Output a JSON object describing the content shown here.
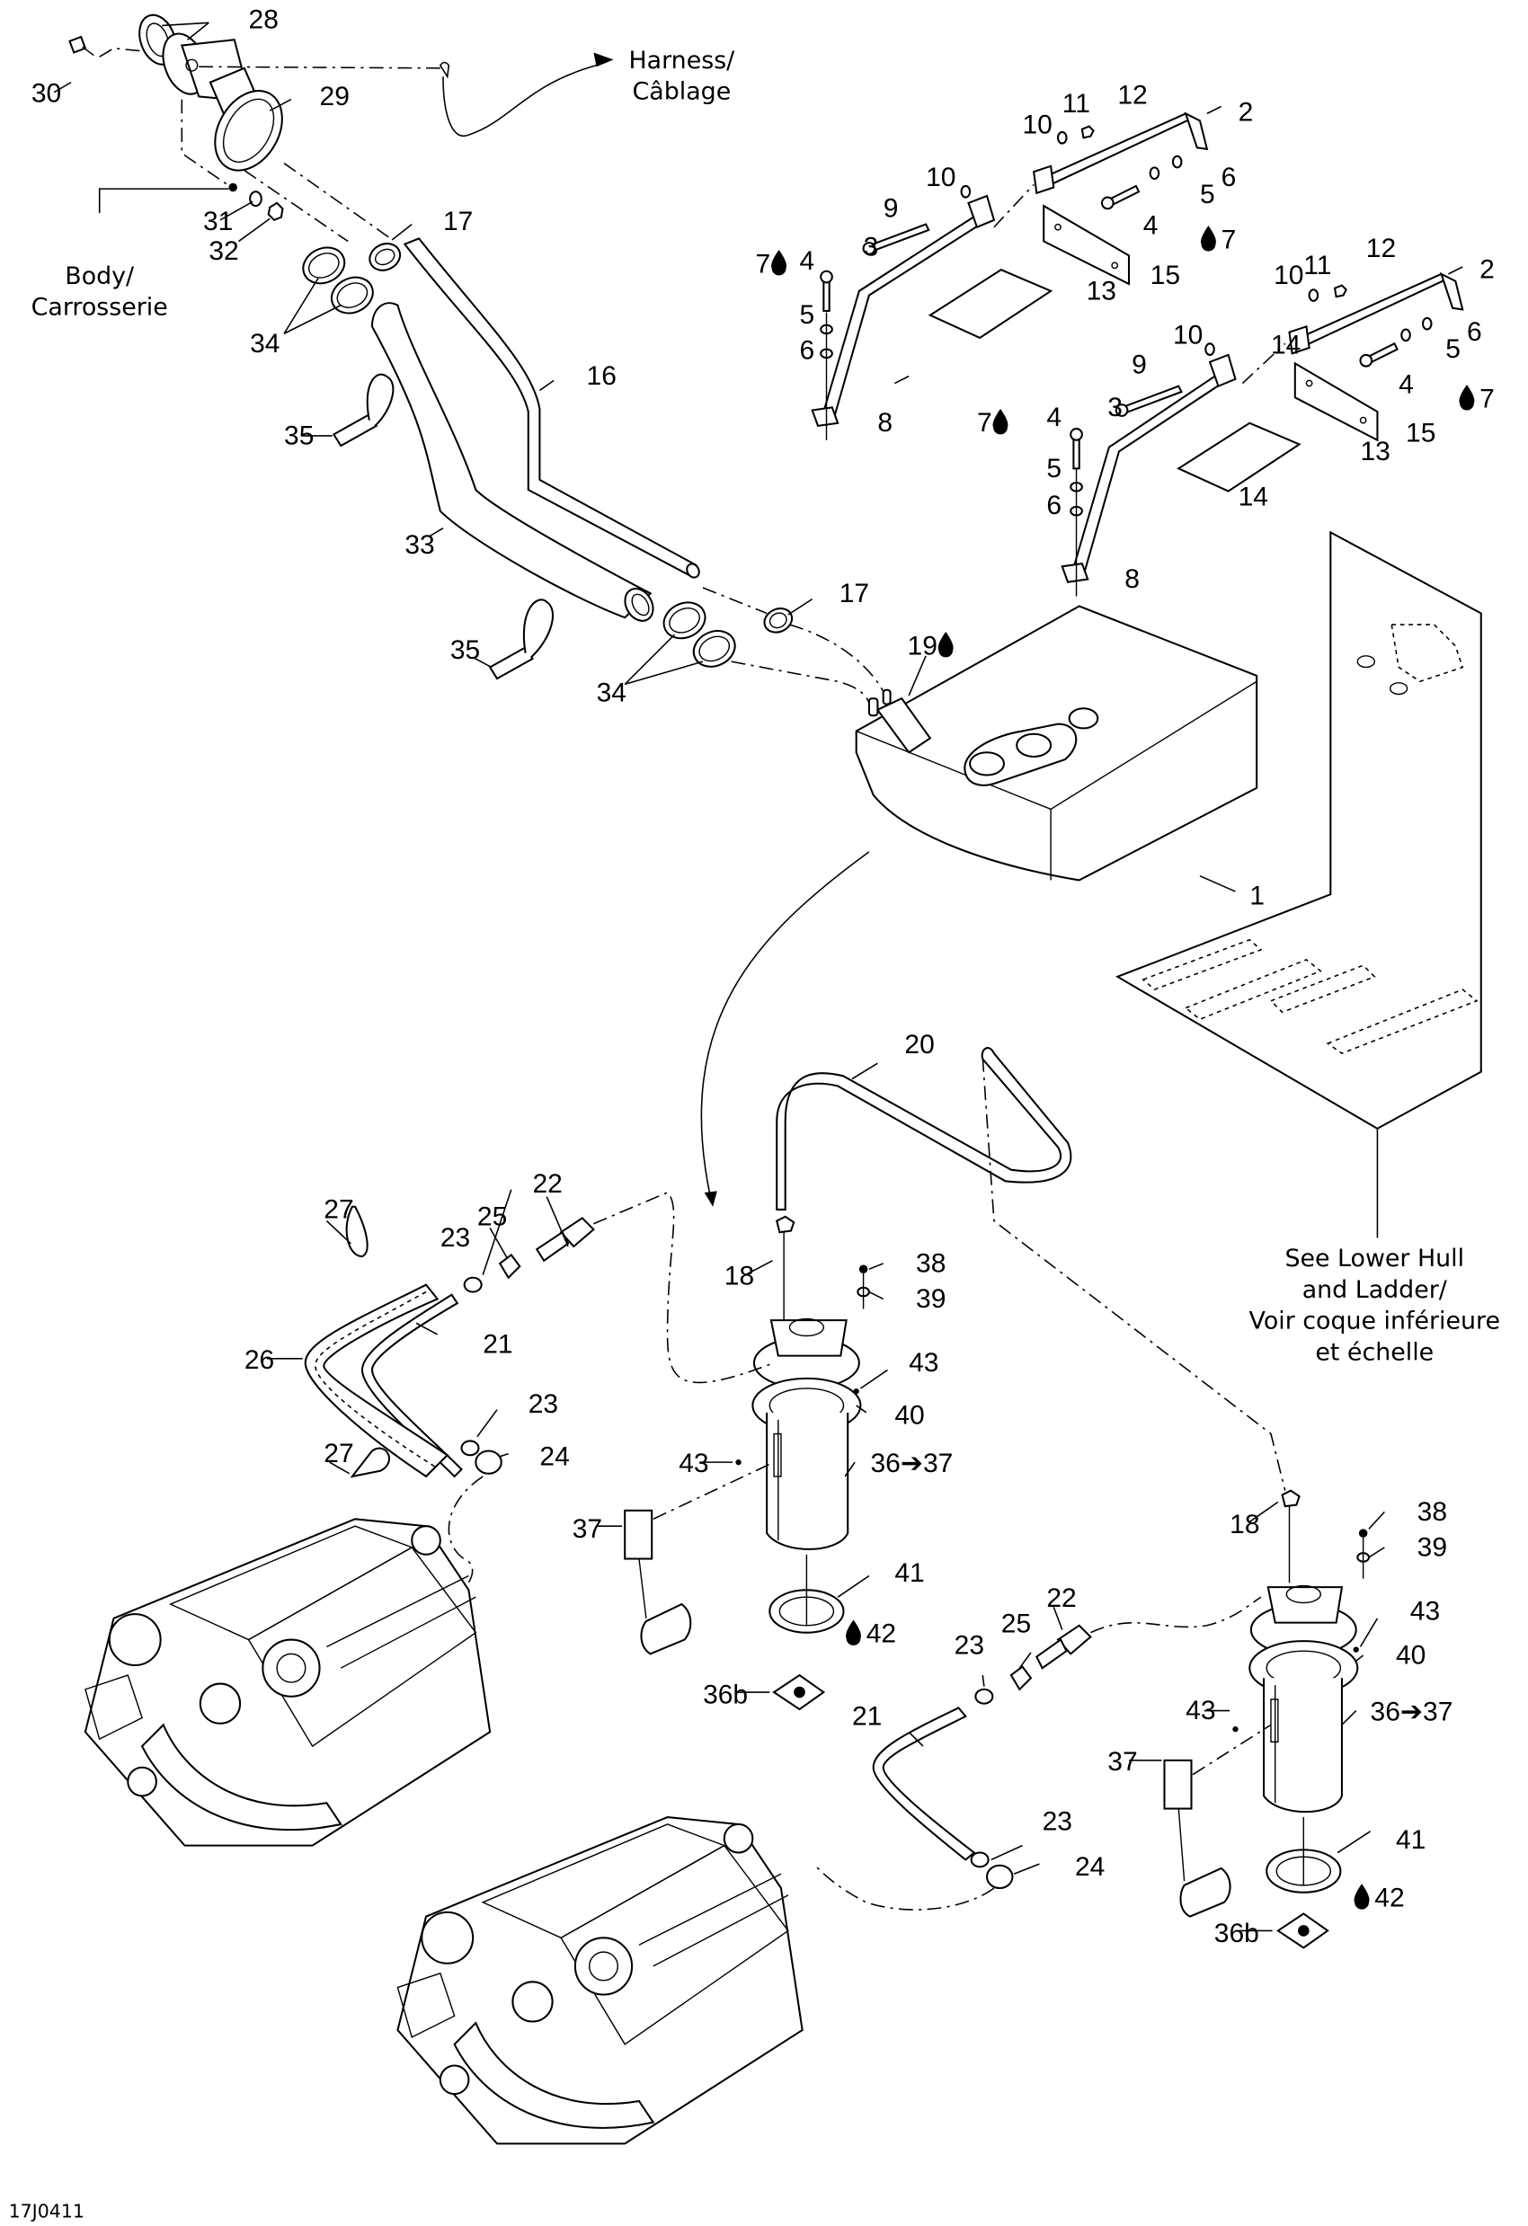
{
  "figure": {
    "title": "Fuel system exploded parts diagram",
    "code": "17J0411",
    "line_color": "#000000",
    "background": "#ffffff"
  },
  "notes": {
    "harness": [
      "Harness/",
      "Câblage"
    ],
    "body": [
      "Body/",
      "Carrosserie"
    ],
    "lower_hull": [
      "See Lower Hull",
      "and Ladder/",
      "Voir coque inférieure",
      "et échelle"
    ]
  },
  "callouts": [
    {
      "id": "c1",
      "text": "1"
    },
    {
      "id": "c2a",
      "text": "2"
    },
    {
      "id": "c2b",
      "text": "2"
    },
    {
      "id": "c3a",
      "text": "3"
    },
    {
      "id": "c3b",
      "text": "3"
    },
    {
      "id": "c4a",
      "text": "4"
    },
    {
      "id": "c4b",
      "text": "4"
    },
    {
      "id": "c4c",
      "text": "4"
    },
    {
      "id": "c4d",
      "text": "4"
    },
    {
      "id": "c5a",
      "text": "5"
    },
    {
      "id": "c5b",
      "text": "5"
    },
    {
      "id": "c5c",
      "text": "5"
    },
    {
      "id": "c5d",
      "text": "5"
    },
    {
      "id": "c6a",
      "text": "6"
    },
    {
      "id": "c6b",
      "text": "6"
    },
    {
      "id": "c6c",
      "text": "6"
    },
    {
      "id": "c6d",
      "text": "6"
    },
    {
      "id": "c7a",
      "text": "7",
      "icon": "drop-icon",
      "icon_side": "right"
    },
    {
      "id": "c7b",
      "text": "7",
      "icon": "drop-icon",
      "icon_side": "left"
    },
    {
      "id": "c7c",
      "text": "7",
      "icon": "drop-icon",
      "icon_side": "right"
    },
    {
      "id": "c7d",
      "text": "7",
      "icon": "drop-icon",
      "icon_side": "left"
    },
    {
      "id": "c8a",
      "text": "8"
    },
    {
      "id": "c8b",
      "text": "8"
    },
    {
      "id": "c9a",
      "text": "9"
    },
    {
      "id": "c9b",
      "text": "9"
    },
    {
      "id": "c10a",
      "text": "10"
    },
    {
      "id": "c10b",
      "text": "10"
    },
    {
      "id": "c10c",
      "text": "10"
    },
    {
      "id": "c10d",
      "text": "10"
    },
    {
      "id": "c11a",
      "text": "11"
    },
    {
      "id": "c11b",
      "text": "11"
    },
    {
      "id": "c12a",
      "text": "12"
    },
    {
      "id": "c12b",
      "text": "12"
    },
    {
      "id": "c13a",
      "text": "13"
    },
    {
      "id": "c13b",
      "text": "13"
    },
    {
      "id": "c14a",
      "text": "14"
    },
    {
      "id": "c14b",
      "text": "14"
    },
    {
      "id": "c15a",
      "text": "15"
    },
    {
      "id": "c15b",
      "text": "15"
    },
    {
      "id": "c16",
      "text": "16"
    },
    {
      "id": "c17a",
      "text": "17"
    },
    {
      "id": "c17b",
      "text": "17"
    },
    {
      "id": "c18a",
      "text": "18"
    },
    {
      "id": "c18b",
      "text": "18"
    },
    {
      "id": "c19",
      "text": "19",
      "icon": "drop-icon",
      "icon_side": "right"
    },
    {
      "id": "c20",
      "text": "20"
    },
    {
      "id": "c21a",
      "text": "21"
    },
    {
      "id": "c21b",
      "text": "21"
    },
    {
      "id": "c22a",
      "text": "22"
    },
    {
      "id": "c22b",
      "text": "22"
    },
    {
      "id": "c23a",
      "text": "23"
    },
    {
      "id": "c23b",
      "text": "23"
    },
    {
      "id": "c23c",
      "text": "23"
    },
    {
      "id": "c23d",
      "text": "23"
    },
    {
      "id": "c24a",
      "text": "24"
    },
    {
      "id": "c24b",
      "text": "24"
    },
    {
      "id": "c25a",
      "text": "25"
    },
    {
      "id": "c25b",
      "text": "25"
    },
    {
      "id": "c26",
      "text": "26"
    },
    {
      "id": "c27a",
      "text": "27"
    },
    {
      "id": "c27b",
      "text": "27"
    },
    {
      "id": "c28",
      "text": "28"
    },
    {
      "id": "c29",
      "text": "29"
    },
    {
      "id": "c30",
      "text": "30"
    },
    {
      "id": "c31",
      "text": "31"
    },
    {
      "id": "c32",
      "text": "32"
    },
    {
      "id": "c33",
      "text": "33"
    },
    {
      "id": "c34a",
      "text": "34"
    },
    {
      "id": "c34b",
      "text": "34"
    },
    {
      "id": "c35a",
      "text": "35"
    },
    {
      "id": "c35b",
      "text": "35"
    },
    {
      "id": "c36a",
      "text": "36➔37"
    },
    {
      "id": "c36b",
      "text": "36➔37"
    },
    {
      "id": "c36ba",
      "text": "36b"
    },
    {
      "id": "c36bb",
      "text": "36b"
    },
    {
      "id": "c37a",
      "text": "37"
    },
    {
      "id": "c37b",
      "text": "37"
    },
    {
      "id": "c38a",
      "text": "38"
    },
    {
      "id": "c38b",
      "text": "38"
    },
    {
      "id": "c39a",
      "text": "39"
    },
    {
      "id": "c39b",
      "text": "39"
    },
    {
      "id": "c40a",
      "text": "40"
    },
    {
      "id": "c40b",
      "text": "40"
    },
    {
      "id": "c41a",
      "text": "41"
    },
    {
      "id": "c41b",
      "text": "41"
    },
    {
      "id": "c42a",
      "text": "42",
      "icon": "drop-icon",
      "icon_side": "left"
    },
    {
      "id": "c42b",
      "text": "42",
      "icon": "drop-icon",
      "icon_side": "left"
    },
    {
      "id": "c43a",
      "text": "43"
    },
    {
      "id": "c43b",
      "text": "43"
    },
    {
      "id": "c43c",
      "text": "43"
    },
    {
      "id": "c43d",
      "text": "43"
    }
  ]
}
